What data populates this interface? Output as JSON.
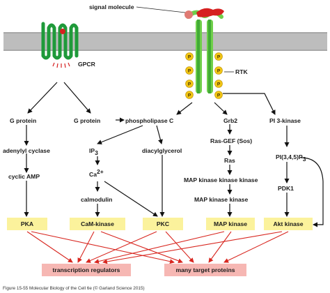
{
  "labels": {
    "signal_molecule": "signal molecule",
    "gpcr": "GPCR",
    "rtk": "RTK",
    "phospho": "P"
  },
  "nodes": {
    "g_protein_left": "G protein",
    "g_protein_right": "G protein",
    "phospholipase_c": "phospholipase C",
    "grb2": "Grb2",
    "pi3_kinase": "PI 3-kinase",
    "adenylyl_cyclase": "adenylyl cyclase",
    "ip3": "IP",
    "ip3_sub": "3",
    "diacylglycerol": "diacylglycerol",
    "ras_gef": "Ras-GEF (Sos)",
    "pip3": "PI(3,4,5)P",
    "pip3_sub": "3",
    "ca": "Ca",
    "ca_sup": "2+",
    "ras": "Ras",
    "cyclic_amp": "cyclic AMP",
    "mapkkk": "MAP kinase kinase kinase",
    "calmodulin": "calmodulin",
    "mapkk": "MAP kinase kinase",
    "pdk1": "PDK1"
  },
  "kinases": [
    "PKA",
    "CaM-kinase",
    "PKC",
    "MAP kinase",
    "Akt kinase"
  ],
  "targets": [
    "transcription regulators",
    "many target proteins"
  ],
  "caption": "Figure 15-55  Molecular Biology of the Cell 6e (© Garland Science 2015)",
  "colors": {
    "membrane": "#bdbdbd",
    "receptor": "#1f9a3a",
    "receptor_dark": "#0e6b25",
    "signal": "#d62020",
    "kinase_box": "#fbf29c",
    "target_box": "#f6b7b3",
    "red_arrow": "#d8261f",
    "phospho_fill": "#f2c514"
  }
}
